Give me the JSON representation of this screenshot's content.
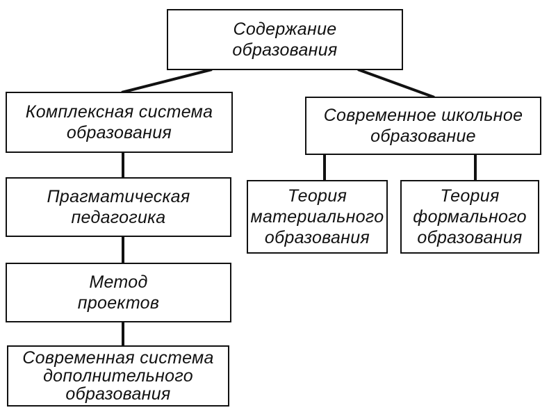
{
  "diagram": {
    "nodes": {
      "root": "Содержание\nобразования",
      "complex_system": "Комплексная система\nобразования",
      "modern_school": "Современное школьное\nобразование",
      "pragmatic": "Прагматическая\nпедагогика",
      "material_theory": "Теория\nматериального\nобразования",
      "formal_theory": "Теория\nформального\nобразования",
      "projects_method": "Метод\nпроектов",
      "additional_education": "Современная система\nдополнительного\nобразования"
    },
    "edges": [
      [
        "root",
        "complex_system"
      ],
      [
        "root",
        "modern_school"
      ],
      [
        "complex_system",
        "pragmatic"
      ],
      [
        "pragmatic",
        "projects_method"
      ],
      [
        "projects_method",
        "additional_education"
      ],
      [
        "modern_school",
        "material_theory"
      ],
      [
        "modern_school",
        "formal_theory"
      ]
    ]
  }
}
